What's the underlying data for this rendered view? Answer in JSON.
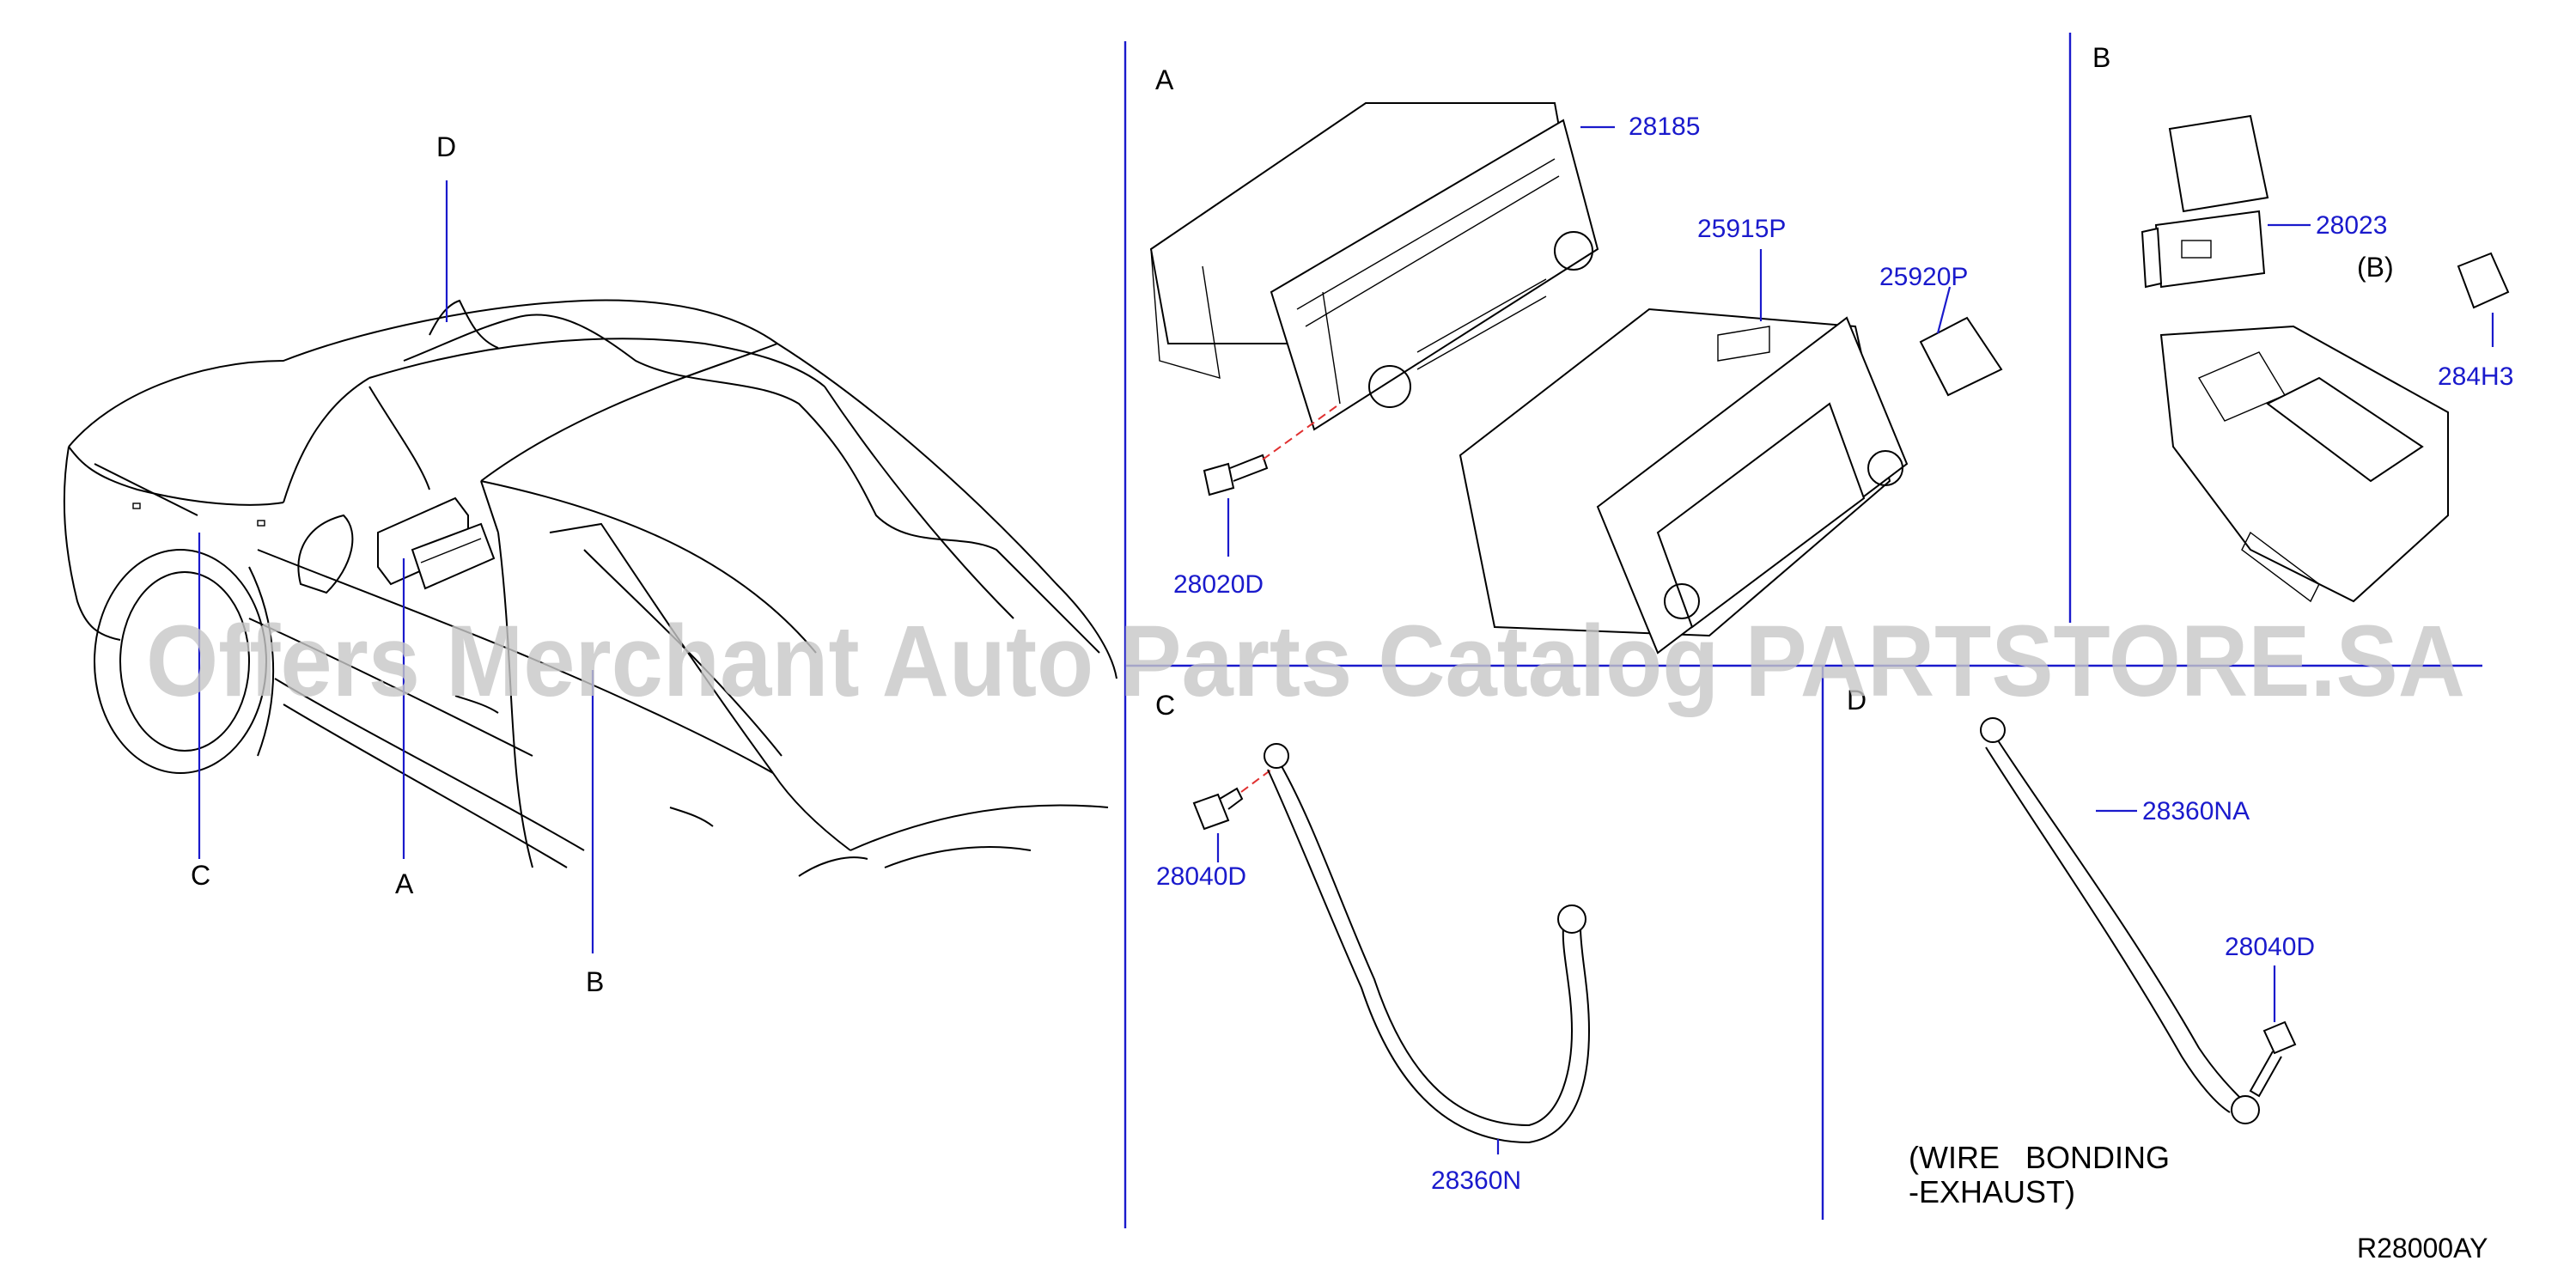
{
  "section_labels": {
    "a": "A",
    "b": "B",
    "c": "C",
    "d": "D"
  },
  "callouts": {
    "car": {
      "a": "A",
      "b": "B",
      "c": "C",
      "d": "D"
    },
    "b_sub": "(B)"
  },
  "part_numbers": {
    "p28185": "28185",
    "p25915p": "25915P",
    "p25920p": "25920P",
    "p28020d": "28020D",
    "p28023": "28023",
    "p284h3": "284H3",
    "p28040d_c": "28040D",
    "p28360n": "28360N",
    "p28360na": "28360NA",
    "p28040d_d": "28040D"
  },
  "note": {
    "line1": "(WIRE   BONDING",
    "line2": "-EXHAUST)"
  },
  "diagram_code": "R28000AY",
  "watermark": "Offers Merchant Auto Parts Catalog PARTSTORE.SA",
  "colors": {
    "label_blue": "#1a1acc",
    "divider_blue": "#1a1acc",
    "dash_red": "#e03030",
    "watermark": "#c8c8c8"
  }
}
